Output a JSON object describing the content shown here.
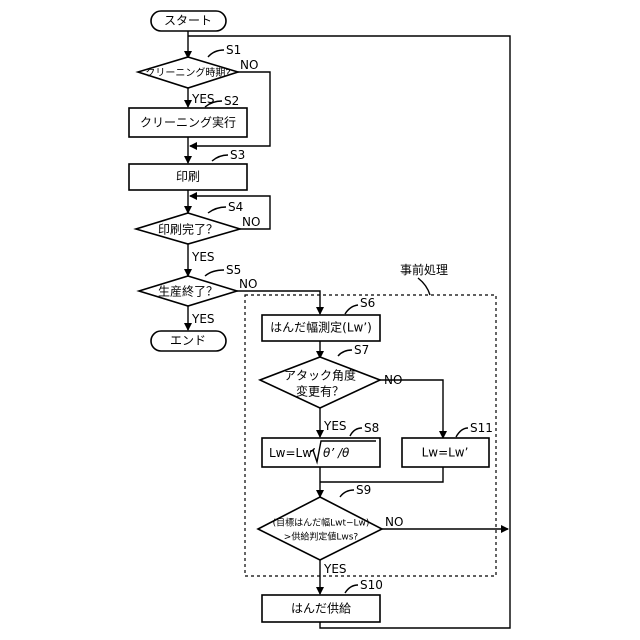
{
  "nodes": {
    "start": "スタート",
    "s1_q": "クリーニング時期?",
    "s2_box": "クリーニング実行",
    "s3_box": "印刷",
    "s4_q": "印刷完了？",
    "s5_q": "生産終了？",
    "end": "エンド",
    "s6_box": "はんだ幅測定(Lw’)",
    "s7_q_line1": "アタック角度",
    "s7_q_line2": "変更有？",
    "s8_formula_left": "Lw=Lw’",
    "s8_formula_root": "θ’ /θ",
    "s11_box": "Lw=Lw’",
    "s9_q_line1": "(目標はんだ幅Lwt−Lw)",
    "s9_q_line2": ">供給判定値Lws?",
    "s10_box": "はんだ供給"
  },
  "step_labels": {
    "s1": "S1",
    "s2": "S2",
    "s3": "S3",
    "s4": "S4",
    "s5": "S5",
    "s6": "S6",
    "s7": "S7",
    "s8": "S8",
    "s9": "S9",
    "s10": "S10",
    "s11": "S11"
  },
  "branch_labels": {
    "s1_no": "NO",
    "s2_yes": "YES",
    "s4_no": "NO",
    "s5_yes_down": "YES",
    "s5_no": "NO",
    "s7_no": "NO",
    "s7_yes": "YES",
    "s9_no": "NO",
    "s9_yes": "YES"
  },
  "group_label": "事前処理"
}
